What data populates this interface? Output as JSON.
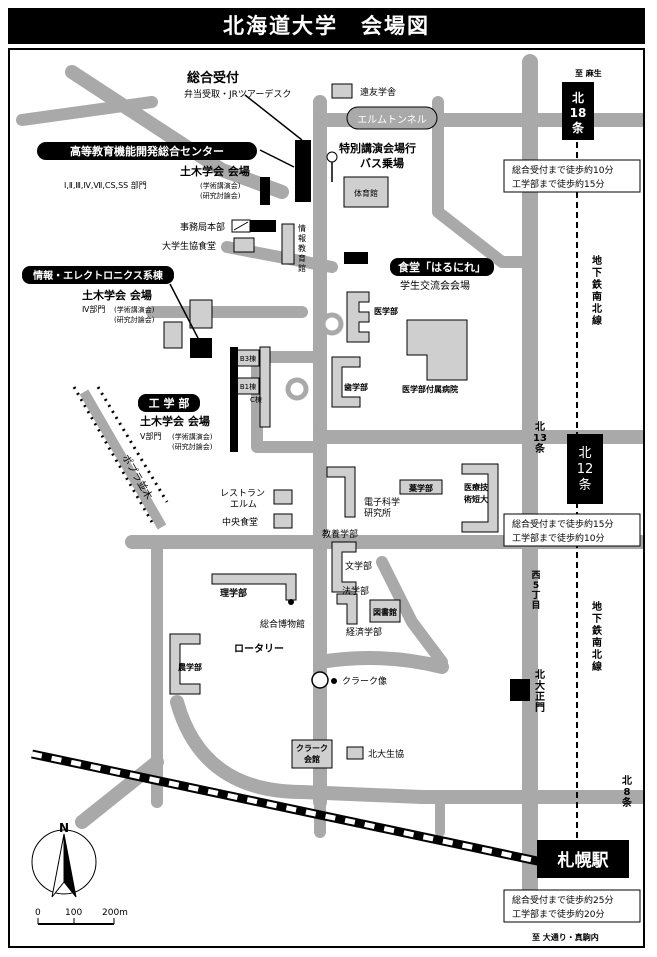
{
  "title": "北海道大学　会場図",
  "labels": {
    "sogo_uketsuke": "総合受付",
    "bento": "弁当受取・JRツアーデスク",
    "kodo_center": "高等教育機能開発総合センター",
    "doboku_main": "土木学会 会場",
    "doboku_main_div": "Ⅰ,Ⅱ,Ⅲ,Ⅳ,Ⅶ,CS,SS 部門",
    "gakujutsu": "(学術講演会)",
    "kenkyu": "(研究討論会)",
    "jimukyoku": "事務局本部",
    "seikyo_shokudo": "大学生協食堂",
    "joho_kyoiku_1": "情",
    "joho_kyoiku_2": "報",
    "joho_kyoiku_3": "教",
    "joho_kyoiku_4": "育",
    "joho_kyoiku_5": "館",
    "enyu": "遠友学舎",
    "elm_tunnel": "エルムトンネル",
    "tokubetsu": "特別講演会場行",
    "bus": "バス乗場",
    "taiikukan": "体育館",
    "shokudo": "食堂「はるにれ」",
    "koryu": "学生交流会会場",
    "igaku": "医学部",
    "byoin": "医学部付属病院",
    "shigaku": "歯学部",
    "joho_elec": "情報・エレクトロニクス系棟",
    "doboku_iv": "土木学会 会場",
    "doboku_iv_div": "Ⅳ部門",
    "kogakubu": "工 学 部",
    "doboku_v": "土木学会 会場",
    "doboku_v_div": "Ⅴ部門",
    "b3": "B3棟",
    "b1": "B1棟",
    "c_to": "C棟",
    "poplar": "ポプラ並木",
    "restaurant_1": "レストラン",
    "restaurant_2": "エルム",
    "chuo_shokudo": "中央食堂",
    "denshi_1": "電子科学",
    "denshi_2": "研究所",
    "yakugaku": "薬学部",
    "iryo_1": "医療技",
    "iryo_2": "術短大",
    "kyoyo": "教養学部",
    "bungaku": "文学部",
    "hogaku": "法学部",
    "toshokan": "図書館",
    "keizai": "経済学部",
    "rigaku": "理学部",
    "hakubutsukan": "総合博物館",
    "rotary": "ロータリー",
    "clark_statue": "クラーク像",
    "nogaku": "農学部",
    "clark_hall_1": "クラーク",
    "clark_hall_2": "会館",
    "hokudai_seikyo": "北大生協",
    "kita18": "北18条",
    "asabu": "至 麻生",
    "kita13": "北13条",
    "kita12": "北12条",
    "kita8": "北8条",
    "kita_odori": "北大正門",
    "nishi5": "西5丁目",
    "subway_1": "地下鉄南北線",
    "subway_2": "地下鉄南北線",
    "sapporo": "札幌駅",
    "odori": "至 大通り・真駒内",
    "north": "N"
  },
  "walk_times": {
    "kita18": [
      "総合受付まで徒歩約10分",
      "工学部まで徒歩約15分"
    ],
    "kita12": [
      "総合受付まで徒歩約15分",
      "工学部まで徒歩約10分"
    ],
    "sapporo": [
      "総合受付まで徒歩約25分",
      "工学部まで徒歩約20分"
    ]
  },
  "scale": {
    "ticks": [
      "0",
      "100",
      "200m"
    ]
  },
  "colors": {
    "road": "#a9a9a9",
    "building": "#cfcfcf",
    "ink": "#000000"
  }
}
